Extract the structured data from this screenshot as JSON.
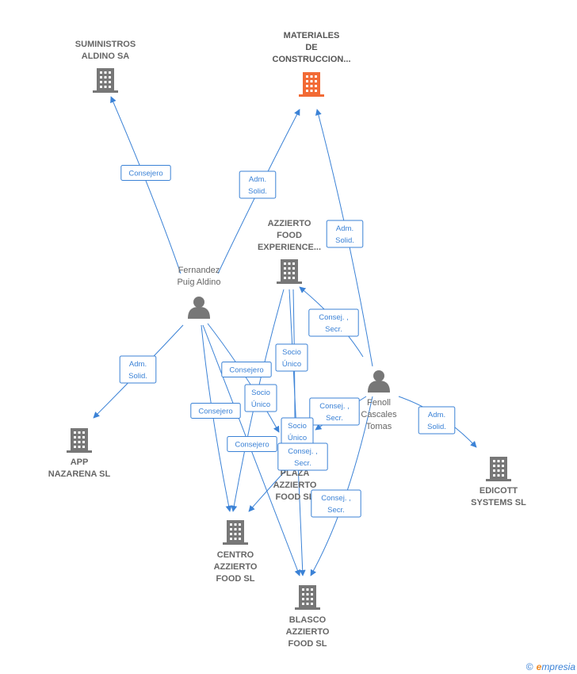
{
  "nodes": [
    {
      "id": "suministros",
      "type": "company",
      "label": [
        "SUMINISTROS",
        "ALDINO SA"
      ],
      "color": "#777777"
    },
    {
      "id": "materiales",
      "type": "company",
      "label": [
        "MATERIALES",
        "DE",
        "CONSTRUCCION..."
      ],
      "color": "#f26a35"
    },
    {
      "id": "azzierto_exp",
      "type": "company",
      "label": [
        "AZZIERTO",
        "FOOD",
        "EXPERIENCE..."
      ],
      "color": "#777777"
    },
    {
      "id": "fernandez",
      "type": "person",
      "label": [
        "Fernandez",
        "Puig Aldino"
      ],
      "color": "#777777"
    },
    {
      "id": "fenoll",
      "type": "person",
      "label": [
        "Fenoll",
        "Cascales",
        "Tomas"
      ],
      "color": "#777777"
    },
    {
      "id": "app",
      "type": "company",
      "label": [
        "APP",
        "NAZARENA  SL"
      ],
      "color": "#777777"
    },
    {
      "id": "plaza",
      "type": "company",
      "label": [
        "PLAZA",
        "AZZIERTO",
        "FOOD  SL"
      ],
      "color": "#777777"
    },
    {
      "id": "edicott",
      "type": "company",
      "label": [
        "EDICOTT",
        "SYSTEMS  SL"
      ],
      "color": "#777777"
    },
    {
      "id": "centro",
      "type": "company",
      "label": [
        "CENTRO",
        "AZZIERTO",
        "FOOD  SL"
      ],
      "color": "#777777"
    },
    {
      "id": "blasco",
      "type": "company",
      "label": [
        "BLASCO",
        "AZZIERTO",
        "FOOD  SL"
      ],
      "color": "#777777"
    }
  ],
  "edges": [
    {
      "from": "fernandez",
      "to": "suministros",
      "label": [
        "Consejero"
      ]
    },
    {
      "from": "fernandez",
      "to": "materiales",
      "label": [
        "Adm.",
        "Solid."
      ]
    },
    {
      "from": "fenoll",
      "to": "materiales",
      "label": [
        "Adm.",
        "Solid."
      ]
    },
    {
      "from": "fenoll",
      "to": "azzierto_exp",
      "label": [
        "Consej. ,",
        "Secr."
      ]
    },
    {
      "from": "fernandez",
      "to": "app",
      "label": [
        "Adm.",
        "Solid."
      ]
    },
    {
      "from": "fenoll",
      "to": "edicott",
      "label": [
        "Adm.",
        "Solid."
      ]
    },
    {
      "from": "fernandez",
      "to": "plaza",
      "label": [
        "Consejero"
      ]
    },
    {
      "from": "azzierto_exp",
      "to": "blasco",
      "label": [
        "Socio",
        "Único"
      ]
    },
    {
      "from": "azzierto_exp",
      "to": "centro",
      "label": [
        "Socio",
        "Único"
      ]
    },
    {
      "from": "fernandez",
      "to": "centro",
      "label": [
        "Consejero"
      ]
    },
    {
      "from": "fenoll",
      "to": "plaza",
      "label": [
        "Consej. ,",
        "Secr."
      ]
    },
    {
      "from": "azzierto_exp",
      "to": "plaza",
      "label": [
        "Socio",
        "Único"
      ]
    },
    {
      "from": "fernandez",
      "to": "blasco",
      "label": [
        "Consejero"
      ]
    },
    {
      "from": "plaza",
      "to": "centro",
      "label": [
        "Consej. ,",
        "Secr."
      ]
    },
    {
      "from": "fenoll",
      "to": "blasco",
      "label": [
        "Consej. ,",
        "Secr."
      ]
    }
  ],
  "footer": {
    "copyright": "©",
    "brand_initial": "e",
    "brand_rest": "mpresia"
  }
}
